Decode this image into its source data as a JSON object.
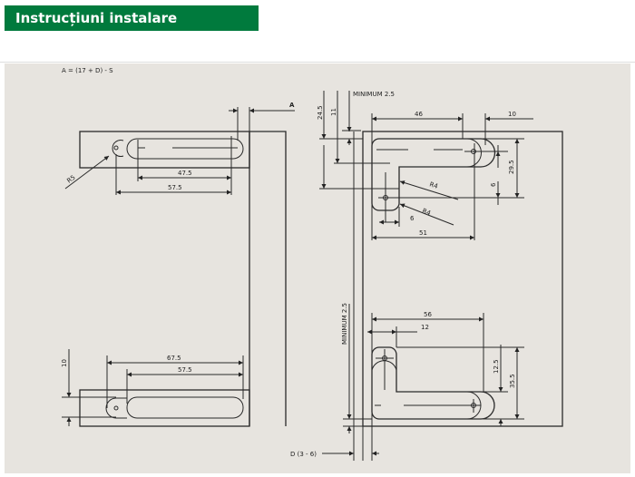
{
  "header": {
    "title": "Instrucțiuni instalare"
  },
  "colors": {
    "header_bg": "#007a3d",
    "drawing_bg": "#e7e4df"
  },
  "left_drawing": {
    "formula": "A = (17 + D) - S",
    "dim_a": "A",
    "radius": "R5",
    "dim_47_5": "47.5",
    "dim_57_5_top": "57.5",
    "dim_67_5": "67.5",
    "dim_57_5_bottom": "57.5",
    "dim_10": "10"
  },
  "right_drawing": {
    "dim_24_5": "24.5",
    "dim_11": "11",
    "minimum_top": "MINIMUM 2.5",
    "dim_46": "46",
    "dim_10": "10",
    "dim_29_5": "29.5",
    "dim_6_vert": "6",
    "radius_1": "R4",
    "radius_2": "R4",
    "dim_6_horiz": "6",
    "dim_51": "51",
    "minimum_side": "MINIMUM 2.5",
    "dim_56": "56",
    "dim_12": "12",
    "dim_12_5": "12.5",
    "dim_35_5": "35.5",
    "dim_d": "D (3 - 6)"
  }
}
